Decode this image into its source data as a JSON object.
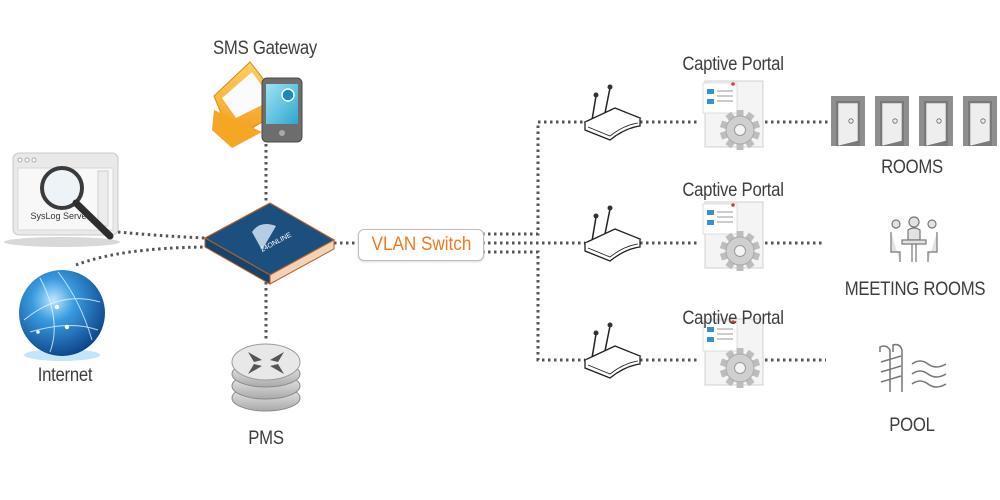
{
  "diagram": {
    "nodes": {
      "sms_gateway": {
        "label": "SMS Gateway"
      },
      "syslog": {
        "label": "SysLog Server",
        "inner_label": "SysLog Server"
      },
      "internet": {
        "label": "Internet"
      },
      "appliance": {
        "label": "24ONLINE"
      },
      "pms": {
        "label": "PMS"
      },
      "vlan_switch": {
        "label": "VLAN Switch"
      },
      "branches": [
        {
          "portal_label": "Captive Portal",
          "destination": "ROOMS"
        },
        {
          "portal_label": "Captive Portal",
          "destination": "MEETING ROOMS"
        },
        {
          "portal_label": "Captive Portal",
          "destination": "POOL"
        }
      ]
    },
    "edges": [
      [
        "sms_gateway",
        "appliance"
      ],
      [
        "syslog",
        "appliance"
      ],
      [
        "internet",
        "appliance"
      ],
      [
        "appliance",
        "pms"
      ],
      [
        "appliance",
        "vlan_switch"
      ],
      [
        "vlan_switch",
        "router_1"
      ],
      [
        "router_1",
        "portal_1"
      ],
      [
        "portal_1",
        "rooms"
      ],
      [
        "vlan_switch",
        "router_2"
      ],
      [
        "router_2",
        "portal_2"
      ],
      [
        "portal_2",
        "meeting_rooms"
      ],
      [
        "vlan_switch",
        "router_3"
      ],
      [
        "router_3",
        "portal_3"
      ],
      [
        "portal_3",
        "pool"
      ]
    ],
    "colors": {
      "connector": "#555555",
      "accent_orange": "#f07a1e",
      "appliance_blue": "#1d4f7e",
      "label_text": "#3e3e3e",
      "icon_gray": "#8a8a8a"
    }
  }
}
